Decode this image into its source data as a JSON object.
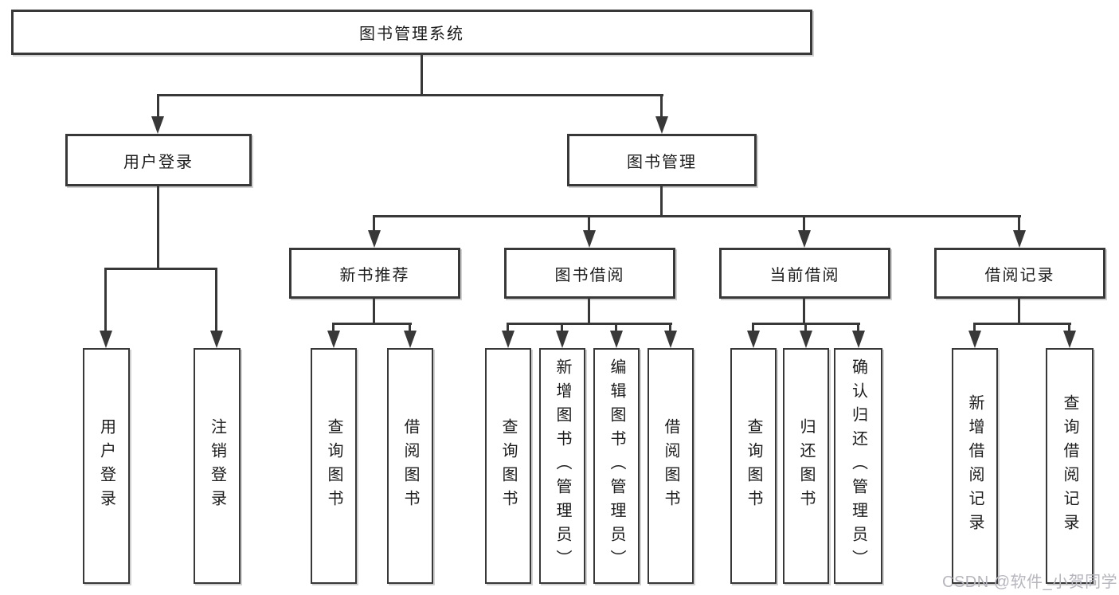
{
  "diagram": {
    "title": "图书管理系统",
    "root": {
      "label": "图书管理系统"
    },
    "level2": [
      {
        "label": "用户登录"
      },
      {
        "label": "图书管理"
      }
    ],
    "level3": [
      {
        "label": "新书推荐"
      },
      {
        "label": "图书借阅"
      },
      {
        "label": "当前借阅"
      },
      {
        "label": "借阅记录"
      }
    ],
    "leaves": {
      "user_login": [
        "用户登录",
        "注销登录"
      ],
      "new_book": [
        "查询图书",
        "借阅图书"
      ],
      "book_borrow": [
        "查询图书",
        "新增图书（管理员）",
        "编辑图书（管理员）",
        "借阅图书"
      ],
      "current_borrow": [
        "查询图书",
        "归还图书",
        "确认归还（管理员）"
      ],
      "borrow_records": [
        "新增借阅记录",
        "查询借阅记录"
      ]
    }
  },
  "watermark": "CSDN @软件_小贺同学",
  "colors": {
    "line": "#383838",
    "box_border": "#383838",
    "background": "#ffffff",
    "text": "#1c1c1c",
    "watermark": "#b6b6be"
  }
}
